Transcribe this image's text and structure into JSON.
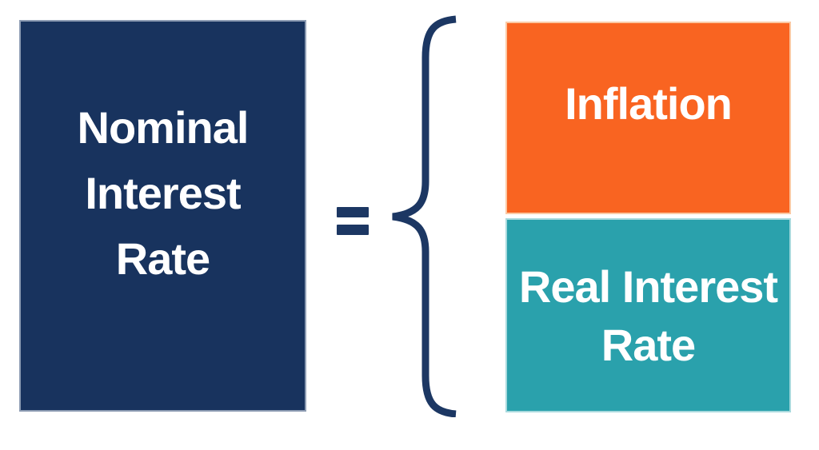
{
  "diagram": {
    "nominal_box": {
      "label": "Nominal\nInterest\nRate",
      "fill": "#18335E",
      "text_color": "#FFFFFF"
    },
    "equals": {
      "symbol": "=",
      "color": "#1C3763"
    },
    "brace": {
      "symbol": "{",
      "color": "#1C3763"
    },
    "inflation_box": {
      "label": "Inflation",
      "fill": "#F96421",
      "text_color": "#FFFFFF"
    },
    "real_rate_box": {
      "label": "Real Interest\nRate",
      "fill": "#2AA1AC",
      "text_color": "#FFFFFF"
    }
  }
}
